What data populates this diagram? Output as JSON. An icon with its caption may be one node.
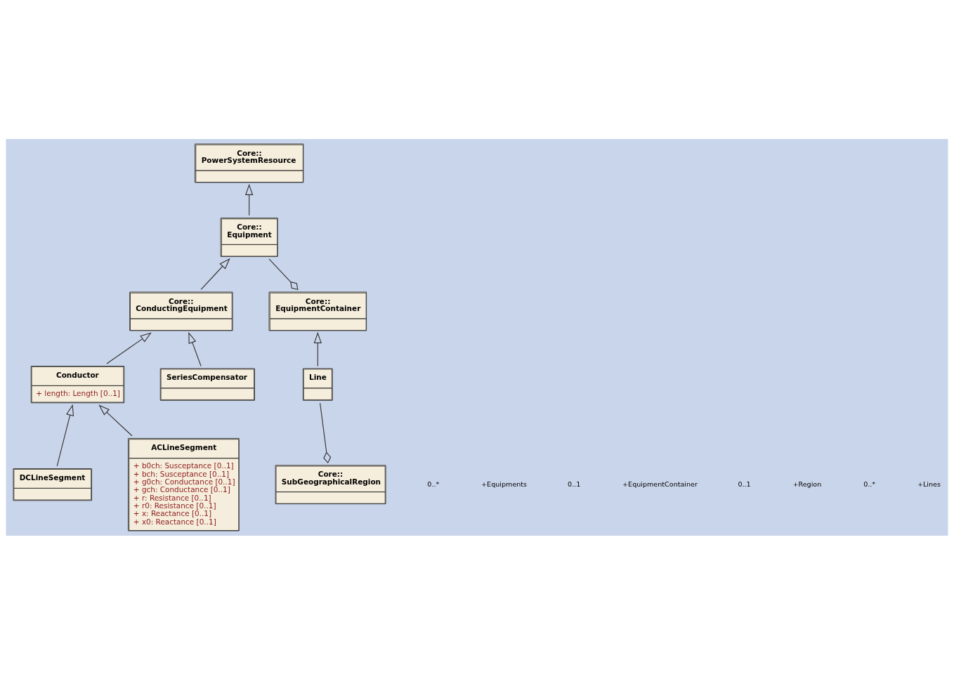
{
  "diagram": {
    "nodes": [
      {
        "text": [
          "Core:: PowerSystemResource"
        ]
      },
      {
        "text": [
          "Core:: Equipment"
        ]
      },
      {
        "text": [
          "Core:: ConductingEquipment"
        ]
      },
      {
        "text": [
          "Core:: EquipmentContainer"
        ]
      },
      {
        "text": [
          "Conductor",
          "+ length: Length [0..1]"
        ]
      },
      {
        "text": [
          "SeriesCompensator"
        ]
      },
      {
        "text": [
          "Core:: SubGeographicalRegion"
        ]
      },
      {
        "text": [
          "Line"
        ]
      },
      {
        "text": [
          "DCLineSegment"
        ]
      },
      {
        "text": [
          "ACLineSegment",
          "+ b0ch: Susceptance [0..1]",
          "+ bch: Susceptance [0..1]",
          "+ g0ch: Conductance [0..1]",
          "+ gch: Conductance [0..1]",
          "+ r: Resistance [0..1]",
          "+ r0: Resistance [0..1]",
          "+ x: Reactance [0..1]",
          "+ x0: Reactance [0..1]"
        ]
      }
    ],
    "edges": [
      {
        "from": 1,
        "to": 0,
        "arrow": "to"
      },
      {
        "from": 2,
        "to": 1,
        "arrow": "to"
      },
      {
        "from": 3,
        "to": 1,
        "arrow": "other"
      },
      {
        "from": 4,
        "to": 2,
        "arrow": "to"
      },
      {
        "from": 5,
        "to": 2,
        "arrow": "to"
      },
      {
        "from": 7,
        "to": 3,
        "arrow": "to"
      },
      {
        "from": 6,
        "to": 7,
        "arrow": "other"
      },
      {
        "from": 8,
        "to": 4,
        "arrow": "to"
      },
      {
        "from": 9,
        "to": 4,
        "arrow": "to"
      }
    ],
    "labels": [
      "0..*",
      "+Equipments",
      "0..1",
      "+EquipmentContainer",
      "0..1",
      "+Region",
      "0..*",
      "+Lines"
    ]
  }
}
